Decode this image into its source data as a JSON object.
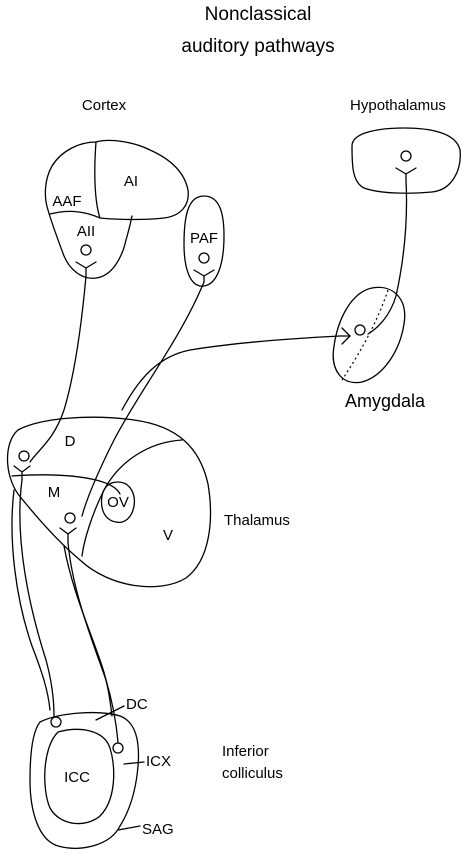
{
  "title": {
    "line1": "Nonclassical",
    "line2": "auditory pathways"
  },
  "regions": {
    "cortex": "Cortex",
    "hypothalamus": "Hypothalamus",
    "amygdala": "Amygdala",
    "thalamus": "Thalamus",
    "inferior_colliculus_line1": "Inferior",
    "inferior_colliculus_line2": "colliculus"
  },
  "cortex_areas": {
    "aaf": "AAF",
    "ai": "AI",
    "aii": "AII",
    "paf": "PAF"
  },
  "thalamus_nuclei": {
    "d": "D",
    "m": "M",
    "ov": "OV",
    "v": "V"
  },
  "colliculus_parts": {
    "dc": "DC",
    "icx": "ICX",
    "icc": "ICC",
    "sag": "SAG"
  }
}
